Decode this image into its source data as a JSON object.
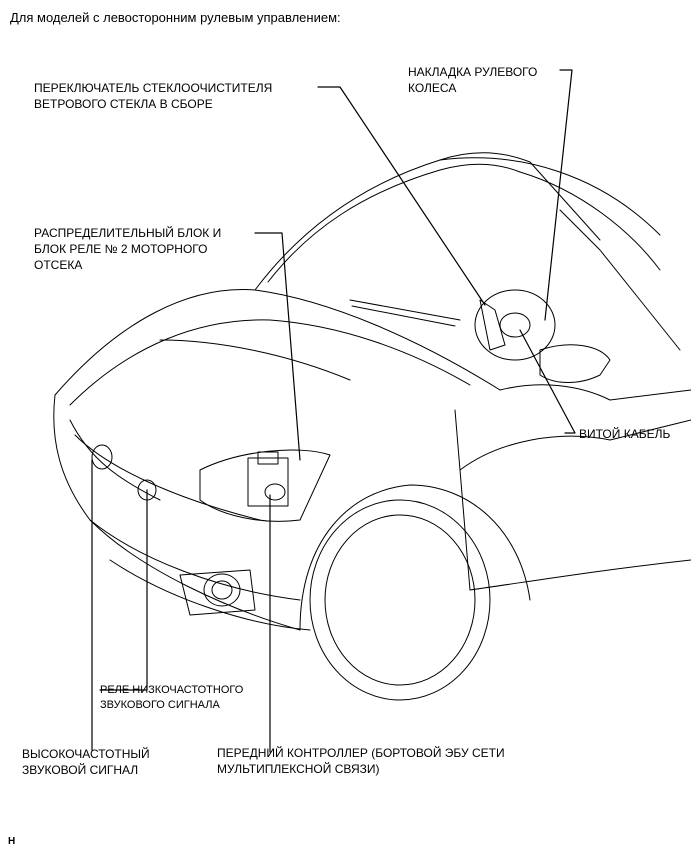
{
  "header": "Для моделей с левосторонним рулевым управлением:",
  "labels": {
    "wiper_switch_1": "ПЕРЕКЛЮЧАТЕЛЬ СТЕКЛООЧИСТИТЕЛЯ",
    "wiper_switch_2": "ВЕТРОВОГО СТЕКЛА В СБОРЕ",
    "steering_pad_1": "НАКЛАДКА РУЛЕВОГО",
    "steering_pad_2": "КОЛЕСА",
    "relay_block_1": "РАСПРЕДЕЛИТЕЛЬНЫЙ БЛОК И",
    "relay_block_2": "БЛОК РЕЛЕ № 2 МОТОРНОГО",
    "relay_block_3": "ОТСЕКА",
    "spiral_cable": "ВИТОЙ КАБЕЛЬ",
    "low_horn_relay_1": "РЕЛЕ НИЗКОЧАСТОТНОГО",
    "low_horn_relay_2": "ЗВУКОВОГО СИГНАЛА",
    "high_horn_1": "ВЫСОКОЧАСТОТНЫЙ",
    "high_horn_2": "ЗВУКОВОЙ СИГНАЛ",
    "front_controller_1": "ПЕРЕДНИЙ КОНТРОЛЛЕР (БОРТОВОЙ ЭБУ СЕТИ",
    "front_controller_2": "МУЛЬТИПЛЕКСНОЙ СВЯЗИ)"
  },
  "footer_code": "H"
}
